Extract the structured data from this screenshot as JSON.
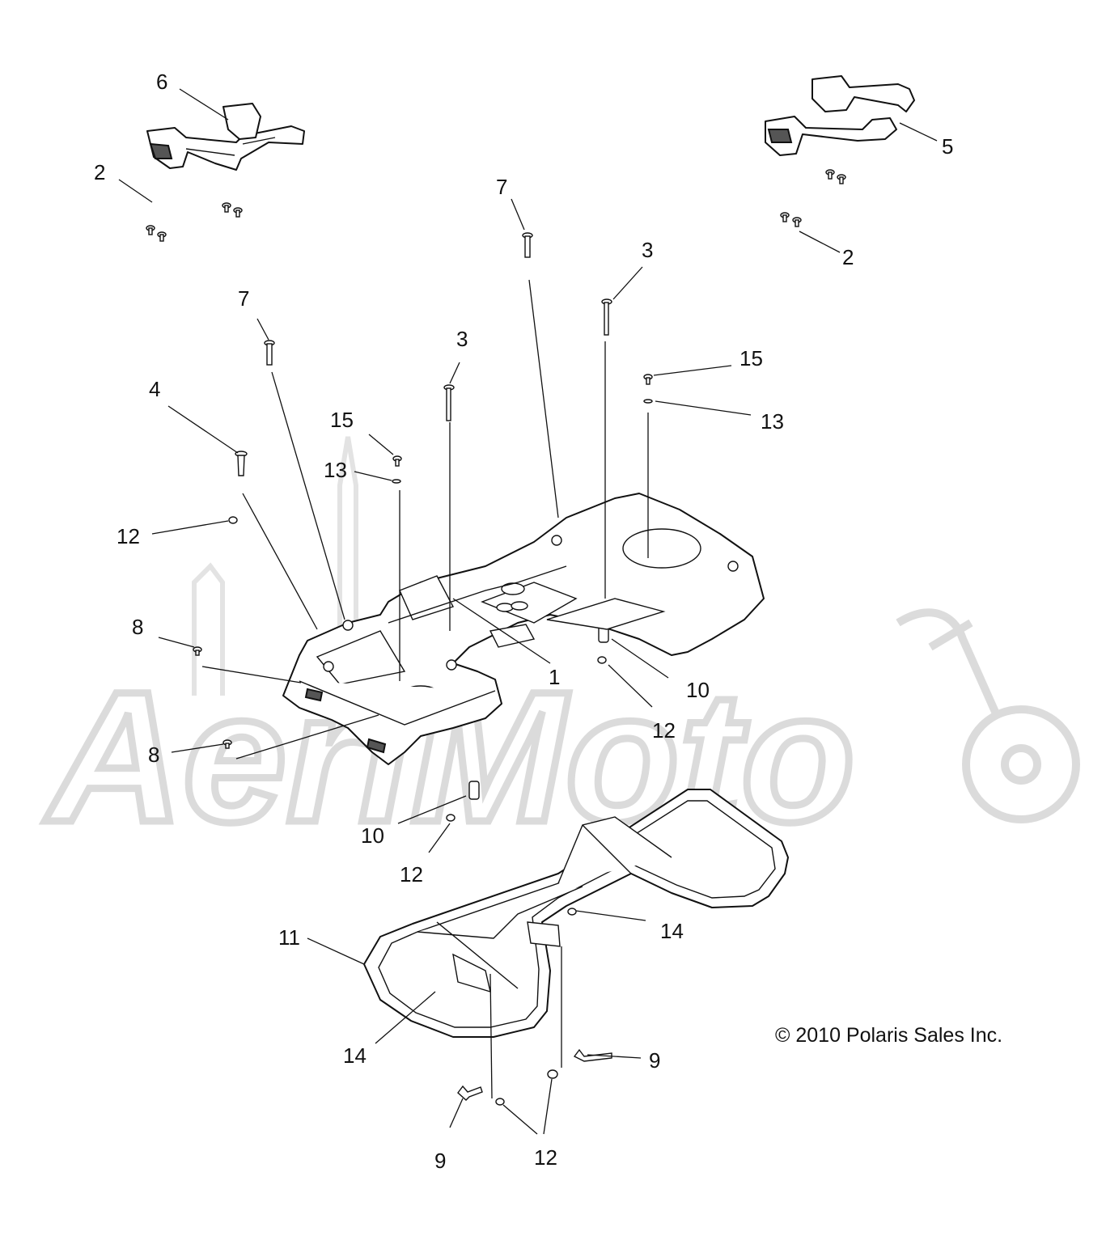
{
  "diagram": {
    "watermark_text": "AeriMoto",
    "copyright": "© 2010 Polaris Sales Inc.",
    "callouts": [
      {
        "id": "c6",
        "label": "6"
      },
      {
        "id": "c5",
        "label": "5"
      },
      {
        "id": "c2a",
        "label": "2"
      },
      {
        "id": "c2b",
        "label": "2"
      },
      {
        "id": "c7a",
        "label": "7"
      },
      {
        "id": "c7b",
        "label": "7"
      },
      {
        "id": "c3a",
        "label": "3"
      },
      {
        "id": "c3b",
        "label": "3"
      },
      {
        "id": "c15a",
        "label": "15"
      },
      {
        "id": "c15b",
        "label": "15"
      },
      {
        "id": "c13a",
        "label": "13"
      },
      {
        "id": "c13b",
        "label": "13"
      },
      {
        "id": "c4",
        "label": "4"
      },
      {
        "id": "c12a",
        "label": "12"
      },
      {
        "id": "c12b",
        "label": "12"
      },
      {
        "id": "c12c",
        "label": "12"
      },
      {
        "id": "c12d",
        "label": "12"
      },
      {
        "id": "c8a",
        "label": "8"
      },
      {
        "id": "c8b",
        "label": "8"
      },
      {
        "id": "c1",
        "label": "1"
      },
      {
        "id": "c10a",
        "label": "10"
      },
      {
        "id": "c10b",
        "label": "10"
      },
      {
        "id": "c11",
        "label": "11"
      },
      {
        "id": "c14a",
        "label": "14"
      },
      {
        "id": "c14b",
        "label": "14"
      },
      {
        "id": "c9a",
        "label": "9"
      },
      {
        "id": "c9b",
        "label": "9"
      }
    ]
  }
}
